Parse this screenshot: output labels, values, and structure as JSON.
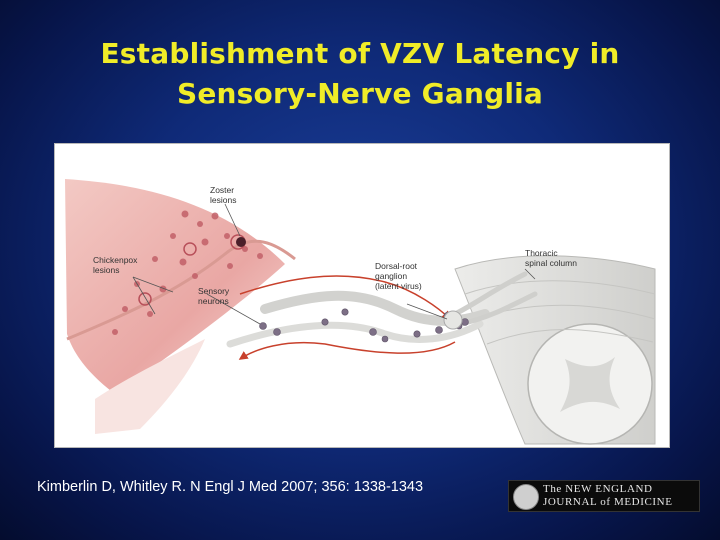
{
  "slide": {
    "title_line1": "Establishment of VZV Latency in",
    "title_line2": "Sensory-Nerve Ganglia",
    "citation": "Kimberlin D, Whitley R. N Engl J Med 2007; 356: 1338-1343"
  },
  "figure": {
    "labels": {
      "zoster": [
        "Zoster",
        "lesions"
      ],
      "chickenpox": [
        "Chickenpox",
        "lesions"
      ],
      "sensory": [
        "Sensory",
        "neurons"
      ],
      "dorsal_root": [
        "Dorsal-root",
        "ganglion",
        "(latent virus)"
      ],
      "thoracic": [
        "Thoracic",
        "spinal column"
      ]
    }
  },
  "journal_logo": {
    "line1": "The NEW ENGLAND",
    "line2": "JOURNAL of MEDICINE"
  },
  "colors": {
    "title": "#f0ec28",
    "background": "#0f2a78",
    "nerve_arrow": "#c8412c"
  }
}
